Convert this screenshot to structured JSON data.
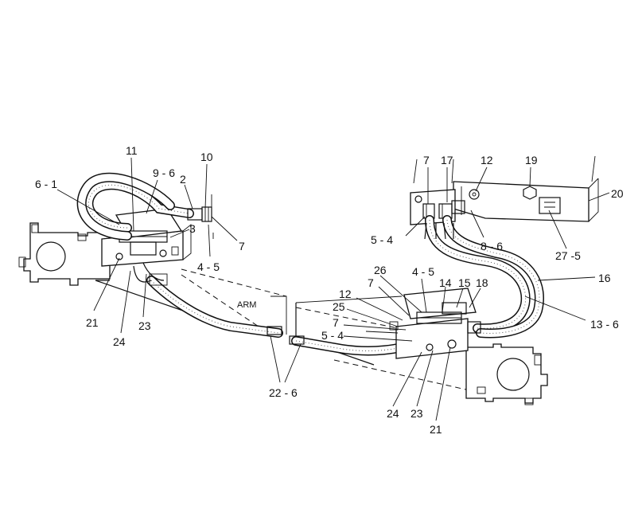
{
  "diagram": {
    "arm_text": "ARM",
    "labels": {
      "l_6_1": "6 - 1",
      "l_11": "11",
      "l_9_6": "9 - 6",
      "l_2": "2",
      "l_10": "10",
      "l_3": "3",
      "l_7_left": "7",
      "l_4_5_left": "4 - 5",
      "l_21_left": "21",
      "l_24_left": "24",
      "l_23_left": "23",
      "l_22_6": "22 - 6",
      "l_7_top": "7",
      "l_17": "17",
      "l_12_top": "12",
      "l_19": "19",
      "l_20": "20",
      "l_5_4_top": "5 - 4",
      "l_8_6": "8 - 6",
      "l_27_5": "27 -5",
      "l_16": "16",
      "l_13_6": "13 - 6",
      "l_26": "26",
      "l_4_5_right": "4 - 5",
      "l_14": "14",
      "l_15": "15",
      "l_18": "18",
      "l_12_mid": "12",
      "l_7_mid": "7",
      "l_25": "25",
      "l_7_low": "7",
      "l_5_4_low": "5 - 4",
      "l_24_right": "24",
      "l_23_right": "23",
      "l_21_right": "21"
    }
  }
}
